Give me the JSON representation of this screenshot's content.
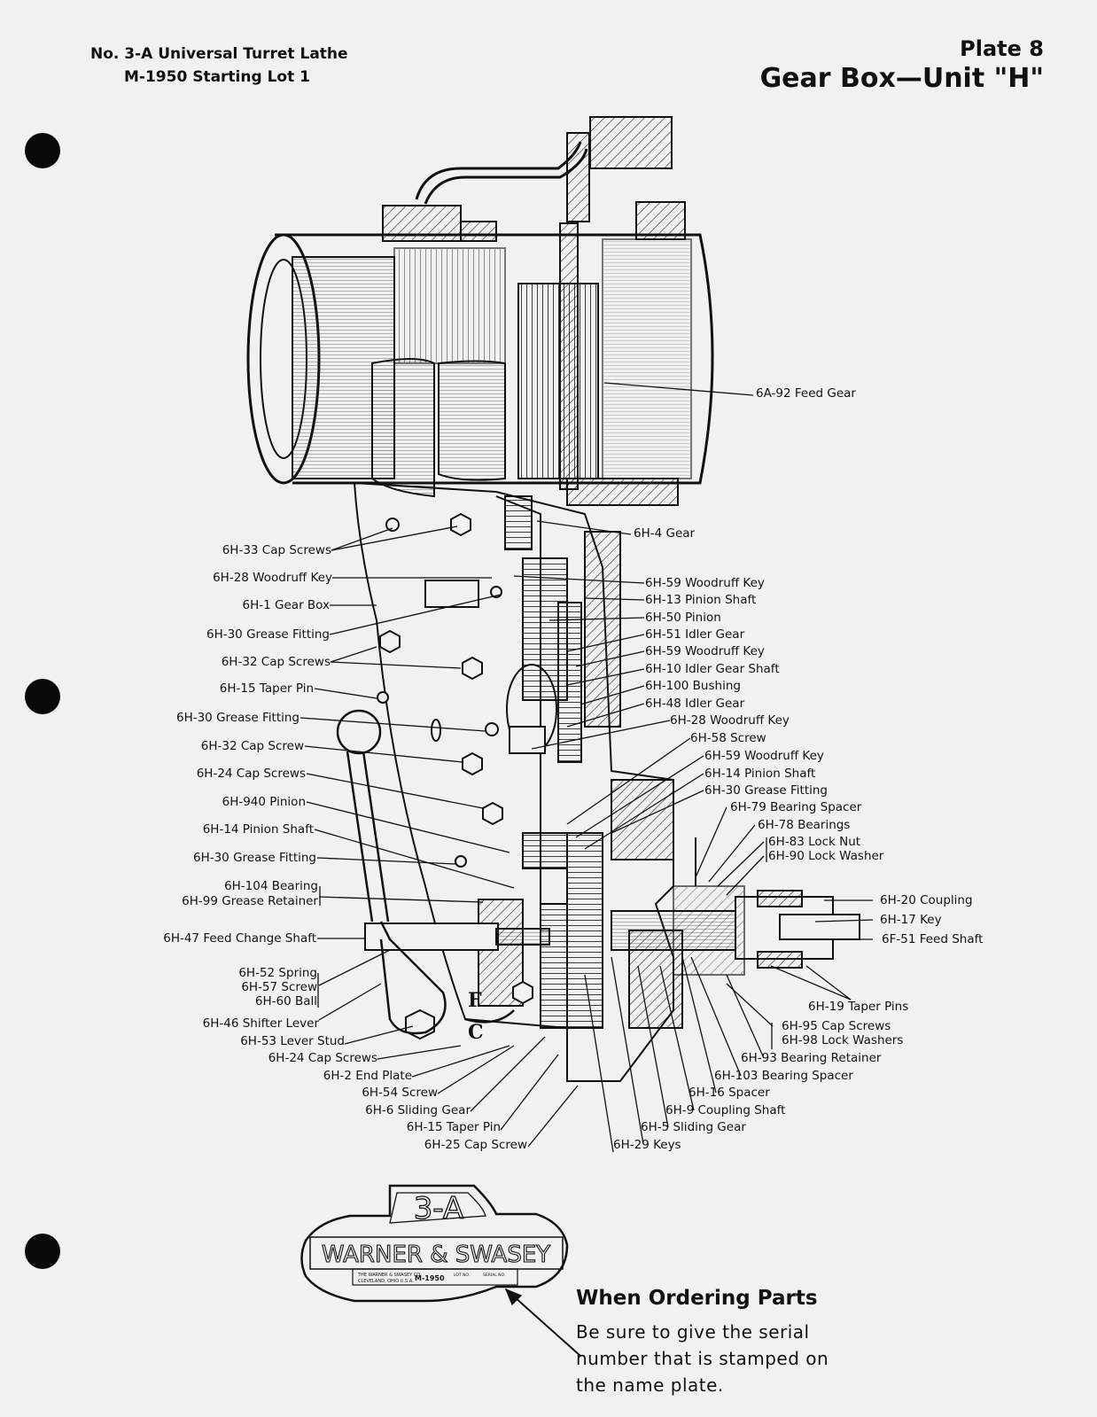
{
  "header": {
    "machine": "No. 3-A Universal Turret Lathe",
    "lot": "M-1950 Starting Lot 1",
    "plate_no": "Plate 8",
    "plate_title": "Gear Box—Unit \"H\""
  },
  "parts": {
    "p01": "6A-92 Feed Gear",
    "p02": "6H-4 Gear",
    "p03": "6H-33 Cap Screws",
    "p04": "6H-28 Woodruff Key",
    "p05": "6H-1 Gear Box",
    "p06": "6H-30 Grease Fitting",
    "p07": "6H-32 Cap Screws",
    "p08": "6H-15 Taper Pin",
    "p09": "6H-30 Grease Fitting",
    "p10": "6H-32 Cap Screw",
    "p11": "6H-24 Cap Screws",
    "p12": "6H-940 Pinion",
    "p13": "6H-14 Pinion Shaft",
    "p14": "6H-30 Grease Fitting",
    "p15": "6H-104 Bearing",
    "p16": "6H-99 Grease Retainer",
    "p17": "6H-47 Feed Change Shaft",
    "p18": "6H-52 Spring",
    "p19": "6H-57 Screw",
    "p20": "6H-60 Ball",
    "p21": "6H-46 Shifter Lever",
    "p22": "6H-53 Lever Stud",
    "p23": "6H-24 Cap Screws",
    "p24": "6H-2 End Plate",
    "p25": "6H-54 Screw",
    "p26": "6H-6 Sliding Gear",
    "p27": "6H-15 Taper Pin",
    "p28": "6H-25 Cap Screw",
    "p29": "6H-59 Woodruff Key",
    "p30": "6H-13 Pinion Shaft",
    "p31": "6H-50 Pinion",
    "p32": "6H-51 Idler Gear",
    "p33": "6H-59 Woodruff Key",
    "p34": "6H-10 Idler Gear Shaft",
    "p35": "6H-100 Bushing",
    "p36": "6H-48 Idler Gear",
    "p37": "6H-28 Woodruff Key",
    "p38": "6H-58 Screw",
    "p39": "6H-59 Woodruff Key",
    "p40": "6H-14 Pinion Shaft",
    "p41": "6H-30 Grease Fitting",
    "p42": "6H-79 Bearing Spacer",
    "p43": "6H-78 Bearings",
    "p44": "6H-83 Lock Nut",
    "p45": "6H-90 Lock Washer",
    "p46": "6H-20 Coupling",
    "p47": "6H-17 Key",
    "p48": "6F-51 Feed Shaft",
    "p49": "6H-19 Taper Pins",
    "p50": "6H-95 Cap Screws",
    "p51": "6H-98 Lock Washers",
    "p52": "6H-93 Bearing Retainer",
    "p53": "6H-103 Bearing Spacer",
    "p54": "6H-16 Spacer",
    "p55": "6H-9 Coupling Shaft",
    "p56": "6H-5 Sliding Gear",
    "p57": "6H-29 Keys"
  },
  "lever_marks": {
    "f": "F",
    "c": "C"
  },
  "nameplate": {
    "model": "3-A",
    "brand": "WARNER & SWASEY",
    "maker_small": "THE WARNER & SWASEY CO.",
    "city_small": "CLEVELAND, OHIO U.S.A.",
    "stamp": "M-1950",
    "lot_no": "LOT NO.",
    "serial_no": "SERIAL NO."
  },
  "ordering": {
    "title": "When Ordering Parts",
    "line1": "Be sure to give the serial",
    "line2": "number that is stamped on",
    "line3": "the name plate."
  }
}
